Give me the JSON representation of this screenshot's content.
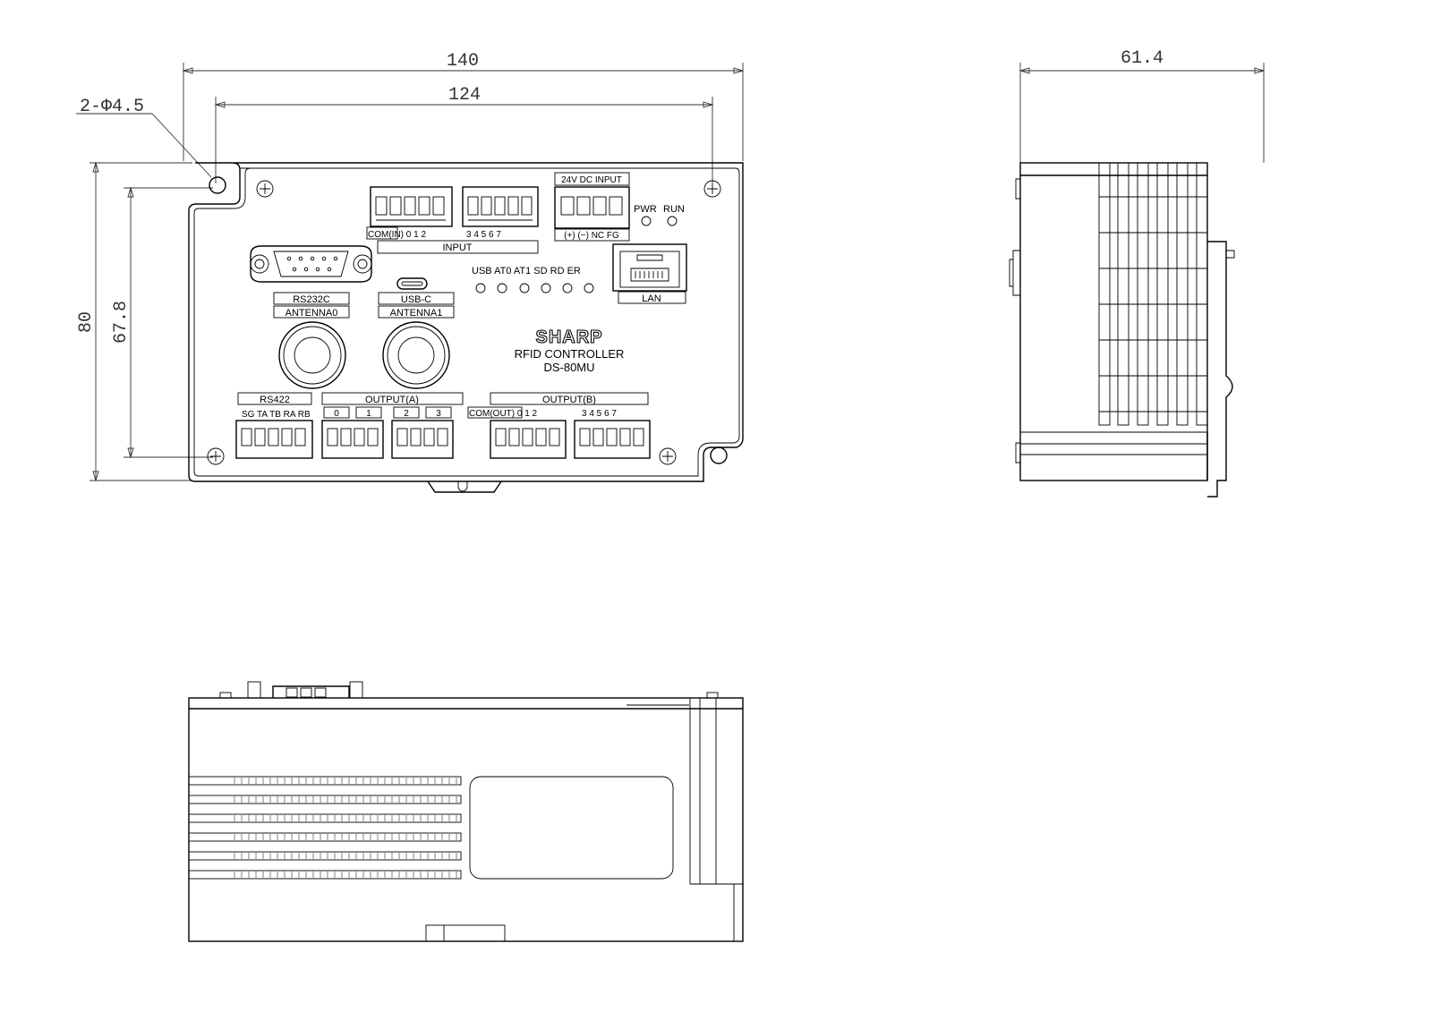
{
  "dimensions": {
    "width_total": "140",
    "width_holes": "124",
    "hole_spec": "2-Φ4.5",
    "height_total": "80",
    "height_holes": "67.8",
    "depth": "61.4"
  },
  "front_panel": {
    "input_left_label": "COM(IN) 0  1  2",
    "input_right_label": "3  4  5  6  7",
    "input_group": "INPUT",
    "dc_input": "24V DC INPUT",
    "dc_pins": "(+) (−) NC FG",
    "pwr": "PWR",
    "run": "RUN",
    "leds": "USB  AT0  AT1  SD   RD   ER",
    "lan": "LAN",
    "rs232c": "RS232C",
    "usbc": "USB-C",
    "antenna0": "ANTENNA0",
    "antenna1": "ANTENNA1",
    "brand": "SHARP",
    "model_line1": "RFID CONTROLLER",
    "model_line2": "DS-80MU",
    "rs422": "RS422",
    "rs422_pins": "SG TA TB RA RB",
    "output_a": "OUTPUT(A)",
    "out_a0": "0",
    "out_a1": "1",
    "out_a2": "2",
    "out_a3": "3",
    "output_b": "OUTPUT(B)",
    "output_b_left": "COM(OUT) 0  1  2",
    "output_b_right": "3  4  5  6  7"
  }
}
